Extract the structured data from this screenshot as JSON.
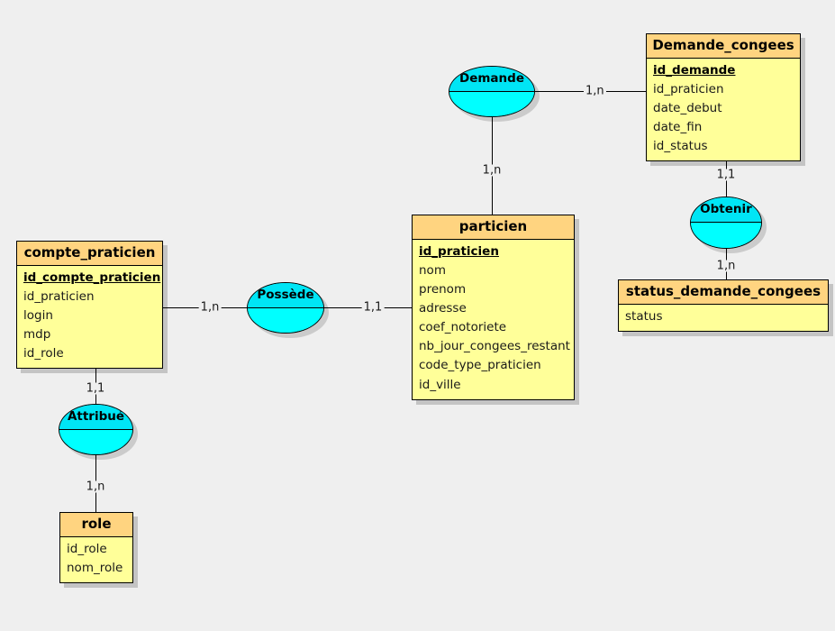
{
  "diagram": {
    "title": "Entity Relationship Diagram",
    "background_color": "#efefef",
    "entity_header_color": "#ffd480",
    "entity_body_color": "#ffff99",
    "relationship_color": "#00ffff"
  },
  "entities": {
    "demande_congees": {
      "title": "Demande_congees",
      "attributes": [
        {
          "name": "id_demande",
          "key": true
        },
        {
          "name": "id_praticien",
          "key": false
        },
        {
          "name": "date_debut",
          "key": false
        },
        {
          "name": "date_fin",
          "key": false
        },
        {
          "name": "id_status",
          "key": false
        }
      ]
    },
    "particien": {
      "title": "particien",
      "attributes": [
        {
          "name": "id_praticien",
          "key": true
        },
        {
          "name": "nom",
          "key": false
        },
        {
          "name": "prenom",
          "key": false
        },
        {
          "name": "adresse",
          "key": false
        },
        {
          "name": "coef_notoriete",
          "key": false
        },
        {
          "name": "nb_jour_congees_restant",
          "key": false
        },
        {
          "name": "code_type_praticien",
          "key": false
        },
        {
          "name": "id_ville",
          "key": false
        }
      ]
    },
    "compte_praticien": {
      "title": "compte_praticien",
      "attributes": [
        {
          "name": "id_compte_praticien",
          "key": true
        },
        {
          "name": "id_praticien",
          "key": false
        },
        {
          "name": "login",
          "key": false
        },
        {
          "name": "mdp",
          "key": false
        },
        {
          "name": "id_role",
          "key": false
        }
      ]
    },
    "status_demande_congees": {
      "title": "status_demande_congees",
      "attributes": [
        {
          "name": "status",
          "key": false
        }
      ]
    },
    "role": {
      "title": "role",
      "attributes": [
        {
          "name": "id_role",
          "key": false
        },
        {
          "name": "nom_role",
          "key": false
        }
      ]
    }
  },
  "relationships": {
    "demande": {
      "label": "Demande"
    },
    "possede": {
      "label": "Possède"
    },
    "obtenir": {
      "label": "Obtenir"
    },
    "attribue": {
      "label": "Attribué"
    }
  },
  "cardinalities": {
    "demande_to_demande_congees": "1,n",
    "demande_to_particien": "1,n",
    "possede_to_compte_praticien": "1,n",
    "possede_to_particien": "1,1",
    "obtenir_to_demande_congees": "1,1",
    "obtenir_to_status": "1,n",
    "attribue_to_compte_praticien": "1,1",
    "attribue_to_role": "1,n"
  }
}
